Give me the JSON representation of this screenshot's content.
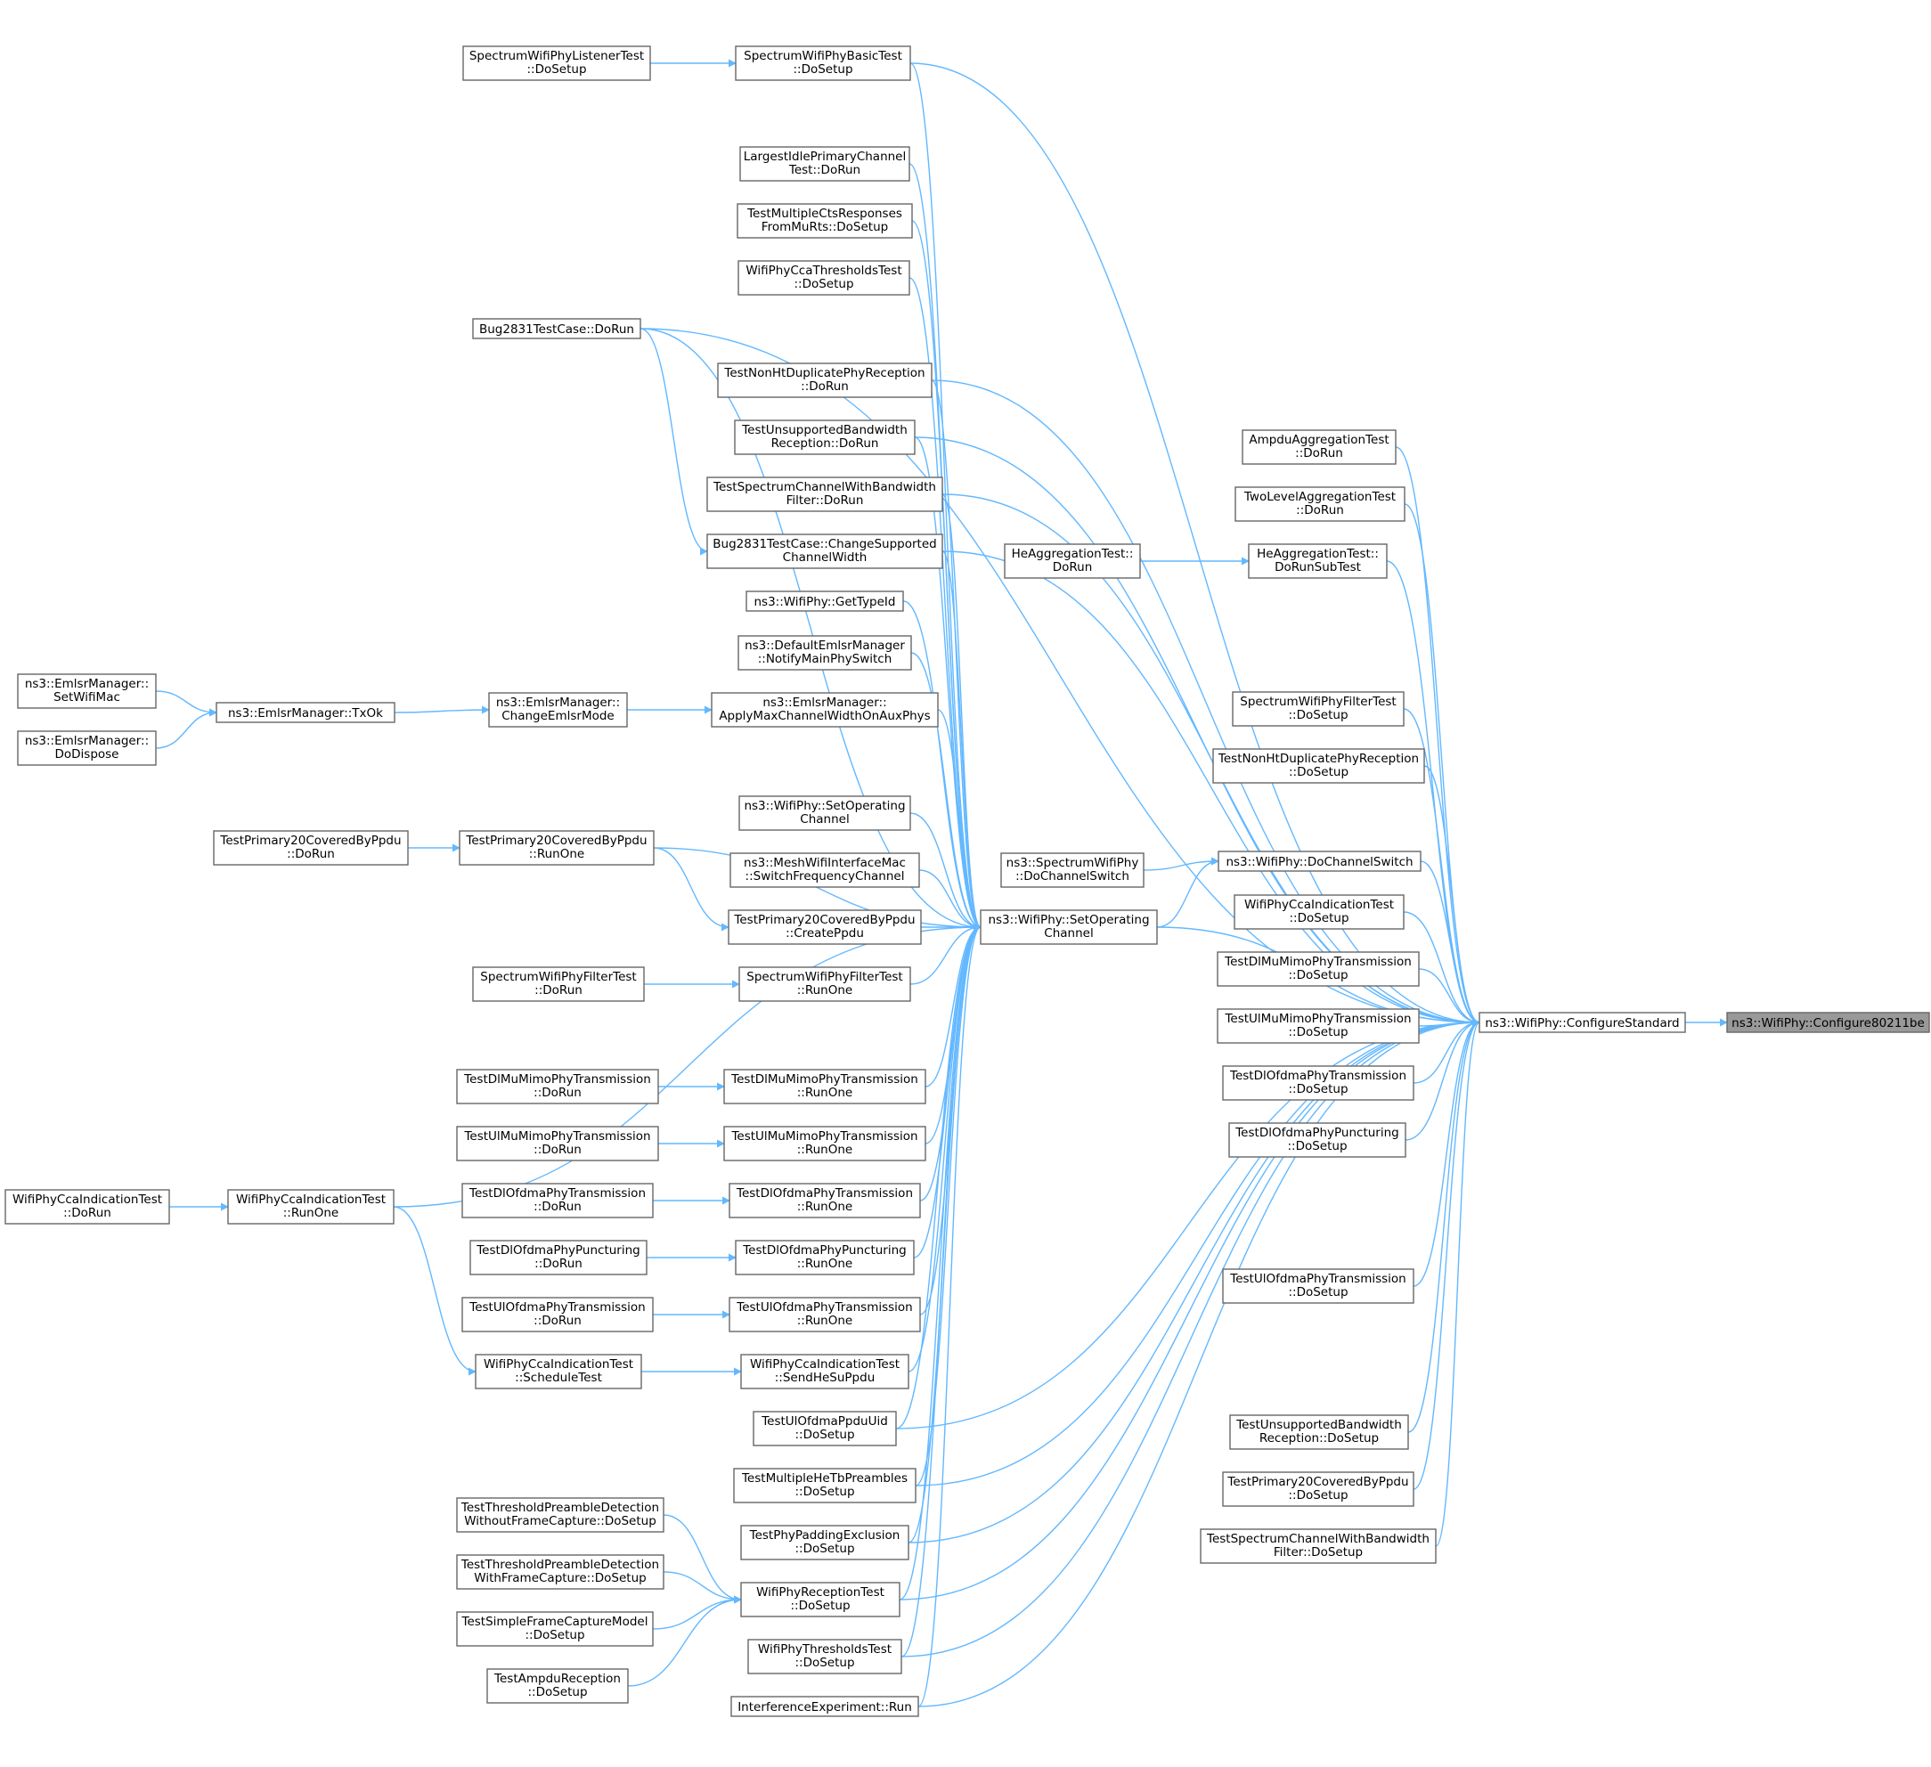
{
  "nodes": [
    {
      "id": "root",
      "lines": [
        "ns3::WifiPhy::Configure80211be"
      ]
    },
    {
      "id": "cfgstd",
      "lines": [
        "ns3::WifiPhy::ConfigureStandard"
      ]
    },
    {
      "id": "setop",
      "lines": [
        "ns3::WifiPhy::SetOperating",
        "Channel"
      ]
    },
    {
      "id": "dochsw",
      "lines": [
        "ns3::WifiPhy::DoChannelSwitch"
      ]
    },
    {
      "id": "spdochsw",
      "lines": [
        "ns3::SpectrumWifiPhy",
        "::DoChannelSwitch"
      ]
    },
    {
      "id": "ampdu",
      "lines": [
        "AmpduAggregationTest",
        "::DoRun"
      ]
    },
    {
      "id": "twolevel",
      "lines": [
        "TwoLevelAggregationTest",
        "::DoRun"
      ]
    },
    {
      "id": "heaggsub",
      "lines": [
        "HeAggregationTest::",
        "DoRunSubTest"
      ]
    },
    {
      "id": "heaggrun",
      "lines": [
        "HeAggregationTest::",
        "DoRun"
      ]
    },
    {
      "id": "spfiltsetup",
      "lines": [
        "SpectrumWifiPhyFilterTest",
        "::DoSetup"
      ]
    },
    {
      "id": "nonhtsetup",
      "lines": [
        "TestNonHtDuplicatePhyReception",
        "::DoSetup"
      ]
    },
    {
      "id": "ccaindsetup",
      "lines": [
        "WifiPhyCcaIndicationTest",
        "::DoSetup"
      ]
    },
    {
      "id": "dlmumimosetup",
      "lines": [
        "TestDlMuMimoPhyTransmission",
        "::DoSetup"
      ]
    },
    {
      "id": "ulmumimosetup",
      "lines": [
        "TestUlMuMimoPhyTransmission",
        "::DoSetup"
      ]
    },
    {
      "id": "dlofdmasetup",
      "lines": [
        "TestDlOfdmaPhyTransmission",
        "::DoSetup"
      ]
    },
    {
      "id": "dlpuncsetup",
      "lines": [
        "TestDlOfdmaPhyPuncturing",
        "::DoSetup"
      ]
    },
    {
      "id": "ulofdmasetup",
      "lines": [
        "TestUlOfdmaPhyTransmission",
        "::DoSetup"
      ]
    },
    {
      "id": "unsupbwsetup",
      "lines": [
        "TestUnsupportedBandwidth",
        "Reception::DoSetup"
      ]
    },
    {
      "id": "prim20setup",
      "lines": [
        "TestPrimary20CoveredByPpdu",
        "::DoSetup"
      ]
    },
    {
      "id": "specchansetup",
      "lines": [
        "TestSpectrumChannelWithBandwidth",
        "Filter::DoSetup"
      ]
    },
    {
      "id": "spbasic",
      "lines": [
        "SpectrumWifiPhyBasicTest",
        "::DoSetup"
      ]
    },
    {
      "id": "splistener",
      "lines": [
        "SpectrumWifiPhyListenerTest",
        "::DoSetup"
      ]
    },
    {
      "id": "largest",
      "lines": [
        "LargestIdlePrimaryChannel",
        "Test::DoRun"
      ]
    },
    {
      "id": "multicts",
      "lines": [
        "TestMultipleCtsResponses",
        "FromMuRts::DoSetup"
      ]
    },
    {
      "id": "ccathresh",
      "lines": [
        "WifiPhyCcaThresholdsTest",
        "::DoSetup"
      ]
    },
    {
      "id": "bug2831run",
      "lines": [
        "Bug2831TestCase::DoRun"
      ]
    },
    {
      "id": "nonhtrun",
      "lines": [
        "TestNonHtDuplicatePhyReception",
        "::DoRun"
      ]
    },
    {
      "id": "unsupbwrun",
      "lines": [
        "TestUnsupportedBandwidth",
        "Reception::DoRun"
      ]
    },
    {
      "id": "specchanrun",
      "lines": [
        "TestSpectrumChannelWithBandwidth",
        "Filter::DoRun"
      ]
    },
    {
      "id": "bug2831chg",
      "lines": [
        "Bug2831TestCase::ChangeSupported",
        "ChannelWidth"
      ]
    },
    {
      "id": "gettypeid",
      "lines": [
        "ns3::WifiPhy::GetTypeId"
      ]
    },
    {
      "id": "defemlsr",
      "lines": [
        "ns3::DefaultEmlsrManager",
        "::NotifyMainPhySwitch"
      ]
    },
    {
      "id": "applymax",
      "lines": [
        "ns3::EmlsrManager::",
        "ApplyMaxChannelWidthOnAuxPhys"
      ]
    },
    {
      "id": "chgemlsr",
      "lines": [
        "ns3::EmlsrManager::",
        "ChangeEmlsrMode"
      ]
    },
    {
      "id": "txok",
      "lines": [
        "ns3::EmlsrManager::TxOk"
      ]
    },
    {
      "id": "setwifimac",
      "lines": [
        "ns3::EmlsrManager::",
        "SetWifiMac"
      ]
    },
    {
      "id": "dodispose",
      "lines": [
        "ns3::EmlsrManager::",
        "DoDispose"
      ]
    },
    {
      "id": "setop2",
      "lines": [
        "ns3::WifiPhy::SetOperating",
        "Channel"
      ]
    },
    {
      "id": "meshswitch",
      "lines": [
        "ns3::MeshWifiInterfaceMac",
        "::SwitchFrequencyChannel"
      ]
    },
    {
      "id": "prim20runone",
      "lines": [
        "TestPrimary20CoveredByPpdu",
        "::RunOne"
      ]
    },
    {
      "id": "prim20dorun",
      "lines": [
        "TestPrimary20CoveredByPpdu",
        "::DoRun"
      ]
    },
    {
      "id": "prim20create",
      "lines": [
        "TestPrimary20CoveredByPpdu",
        "::CreatePpdu"
      ]
    },
    {
      "id": "spfiltrunone",
      "lines": [
        "SpectrumWifiPhyFilterTest",
        "::RunOne"
      ]
    },
    {
      "id": "spfiltdorun",
      "lines": [
        "SpectrumWifiPhyFilterTest",
        "::DoRun"
      ]
    },
    {
      "id": "dlmumimorunone",
      "lines": [
        "TestDlMuMimoPhyTransmission",
        "::RunOne"
      ]
    },
    {
      "id": "dlmumimodorun",
      "lines": [
        "TestDlMuMimoPhyTransmission",
        "::DoRun"
      ]
    },
    {
      "id": "ulmumimorunone",
      "lines": [
        "TestUlMuMimoPhyTransmission",
        "::RunOne"
      ]
    },
    {
      "id": "ulmumimodorun",
      "lines": [
        "TestUlMuMimoPhyTransmission",
        "::DoRun"
      ]
    },
    {
      "id": "dlofdmarunone",
      "lines": [
        "TestDlOfdmaPhyTransmission",
        "::RunOne"
      ]
    },
    {
      "id": "dlofdmadorun",
      "lines": [
        "TestDlOfdmaPhyTransmission",
        "::DoRun"
      ]
    },
    {
      "id": "dlpuncrunone",
      "lines": [
        "TestDlOfdmaPhyPuncturing",
        "::RunOne"
      ]
    },
    {
      "id": "dlpuncdorun",
      "lines": [
        "TestDlOfdmaPhyPuncturing",
        "::DoRun"
      ]
    },
    {
      "id": "ulofdmarunone",
      "lines": [
        "TestUlOfdmaPhyTransmission",
        "::RunOne"
      ]
    },
    {
      "id": "ulofdmadorun",
      "lines": [
        "TestUlOfdmaPhyTransmission",
        "::DoRun"
      ]
    },
    {
      "id": "ccarunone",
      "lines": [
        "WifiPhyCcaIndicationTest",
        "::RunOne"
      ]
    },
    {
      "id": "ccadorun",
      "lines": [
        "WifiPhyCcaIndicationTest",
        "::DoRun"
      ]
    },
    {
      "id": "ccasched",
      "lines": [
        "WifiPhyCcaIndicationTest",
        "::ScheduleTest"
      ]
    },
    {
      "id": "ccasend",
      "lines": [
        "WifiPhyCcaIndicationTest",
        "::SendHeSuPpdu"
      ]
    },
    {
      "id": "ulofdmappdu",
      "lines": [
        "TestUlOfdmaPpduUid",
        "::DoSetup"
      ]
    },
    {
      "id": "multihetb",
      "lines": [
        "TestMultipleHeTbPreambles",
        "::DoSetup"
      ]
    },
    {
      "id": "phypadding",
      "lines": [
        "TestPhyPaddingExclusion",
        "::DoSetup"
      ]
    },
    {
      "id": "recvtest",
      "lines": [
        "WifiPhyReceptionTest",
        "::DoSetup"
      ]
    },
    {
      "id": "threshtest",
      "lines": [
        "WifiPhyThresholdsTest",
        "::DoSetup"
      ]
    },
    {
      "id": "interf",
      "lines": [
        "InterferenceExperiment::Run"
      ]
    },
    {
      "id": "preamblewo",
      "lines": [
        "TestThresholdPreambleDetection",
        "WithoutFrameCapture::DoSetup"
      ]
    },
    {
      "id": "preamblew",
      "lines": [
        "TestThresholdPreambleDetection",
        "WithFrameCapture::DoSetup"
      ]
    },
    {
      "id": "simplefc",
      "lines": [
        "TestSimpleFrameCaptureModel",
        "::DoSetup"
      ]
    },
    {
      "id": "ampdurecv",
      "lines": [
        "TestAmpduReception",
        "::DoSetup"
      ]
    }
  ]
}
